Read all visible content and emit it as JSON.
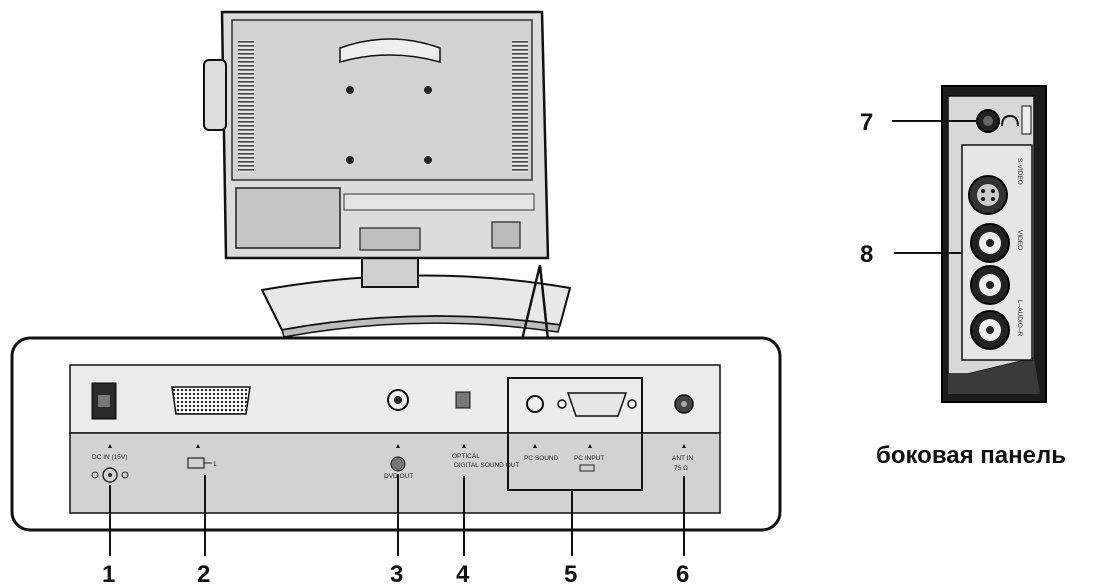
{
  "callouts": [
    "1",
    "2",
    "3",
    "4",
    "5",
    "6",
    "7",
    "8"
  ],
  "panel_labels": {
    "dc_in": "DC IN (15V)",
    "scart": "1",
    "dvd_out": "DVD OUT",
    "optical": "OPTICAL",
    "digital_sound_out": "DIGITAL SOUND OUT",
    "pc_sound": "PC SOUND",
    "pc_input": "PC INPUT",
    "ant_in": "ANT IN",
    "ant_impedance": "75 Ω"
  },
  "side_panel_labels": {
    "s_video": "S-VIDEO",
    "video": "VIDEO",
    "audio": "L–AUDIO–R"
  },
  "side_caption": "боковая панель"
}
